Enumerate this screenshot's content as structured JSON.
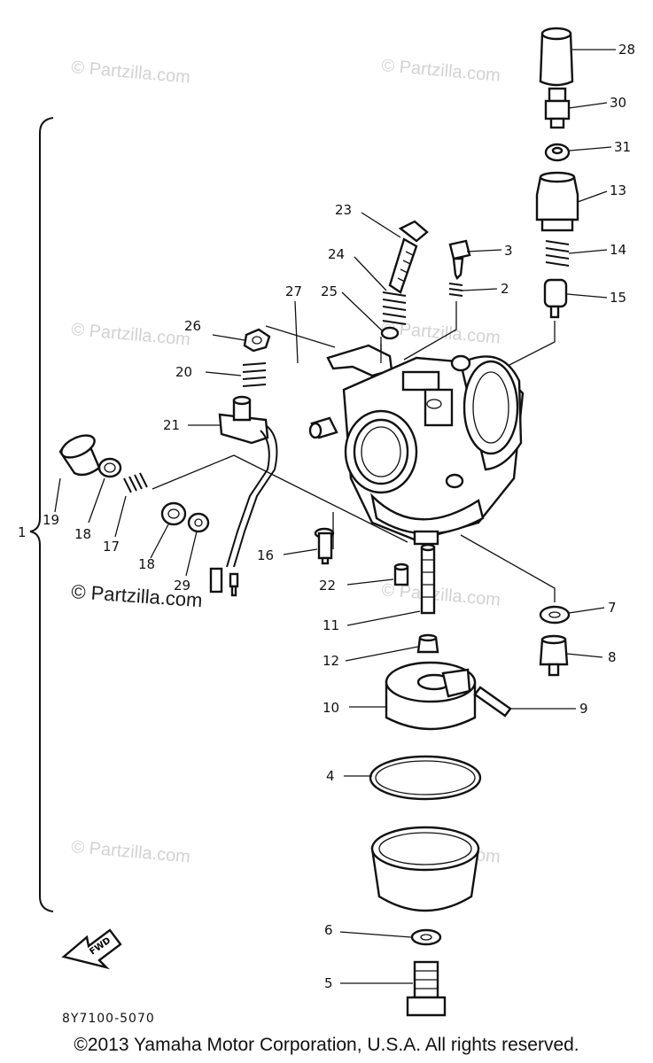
{
  "watermarks": [
    "© Partzilla.com",
    "© Partzilla.com",
    "© Partzilla.com",
    "© Partzilla.com",
    "© Partzilla.com",
    "© Partzilla.com",
    "© Partzilla.com",
    "© Partzilla.com"
  ],
  "assembly_label": "1",
  "fwd_label": "FWD",
  "diagram_code": "8Y7100-5070",
  "copyright": "©2013  Yamaha Motor Corporation, U.S.A. All rights reserved.",
  "callouts": {
    "c28": "28",
    "c30": "30",
    "c31": "31",
    "c13": "13",
    "c14": "14",
    "c15": "15",
    "c3": "3",
    "c2": "2",
    "c23": "23",
    "c24": "24",
    "c25": "25",
    "c27": "27",
    "c26": "26",
    "c20": "20",
    "c21": "21",
    "c19": "19",
    "c18a": "18",
    "c17": "17",
    "c18b": "18",
    "c29": "29",
    "c16": "16",
    "c22": "22",
    "c11": "11",
    "c12": "12",
    "c7": "7",
    "c8": "8",
    "c10": "10",
    "c9": "9",
    "c4": "4",
    "c6": "6",
    "c5": "5"
  }
}
